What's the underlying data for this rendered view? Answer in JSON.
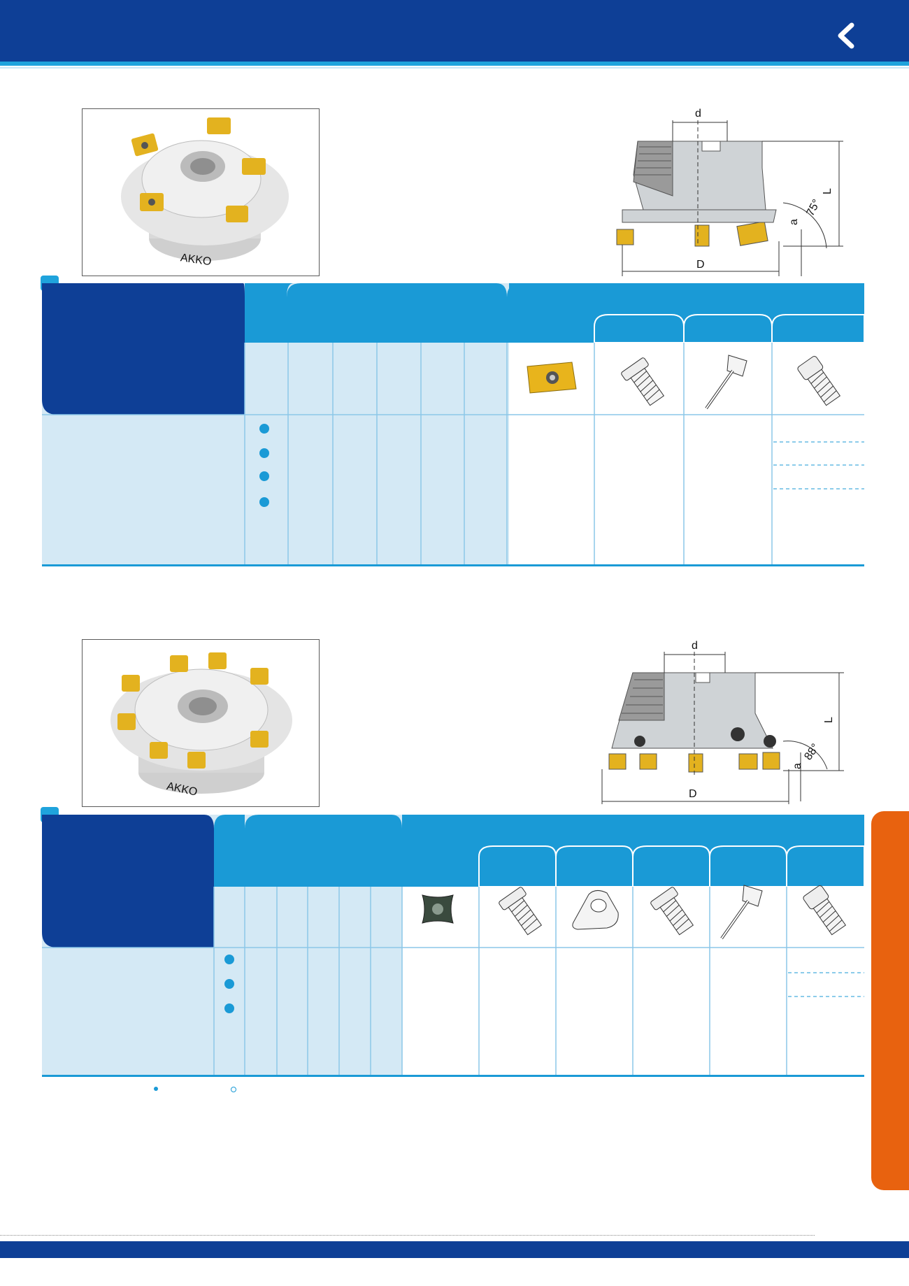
{
  "header": {
    "back_icon": "chevron-left-icon"
  },
  "cutter_75": {
    "photo_logo": "AKKO",
    "diagram": {
      "dim_d": "d",
      "dim_D": "D",
      "dim_L": "L",
      "dim_a": "a",
      "angle": "75°"
    },
    "table": {
      "accessory_icons": [
        "insert-icon",
        "insert-screw-icon",
        "torx-key-icon",
        "clamping-bolt-icon"
      ]
    }
  },
  "cutter_88": {
    "photo_logo": "AKKO",
    "diagram": {
      "dim_d": "d",
      "dim_D": "D",
      "dim_L": "L",
      "dim_a": "a",
      "angle": "88°"
    },
    "table": {
      "accessory_icons": [
        "insert-icon",
        "insert-screw-icon",
        "clamp-wedge-icon",
        "clamp-screw-icon",
        "torx-key-icon",
        "clamping-bolt-icon"
      ]
    }
  },
  "colors": {
    "brand": "#0e3f96",
    "accent": "#1fa3dc",
    "cell": "#d4e9f5",
    "side_tab": "#e8620f"
  }
}
